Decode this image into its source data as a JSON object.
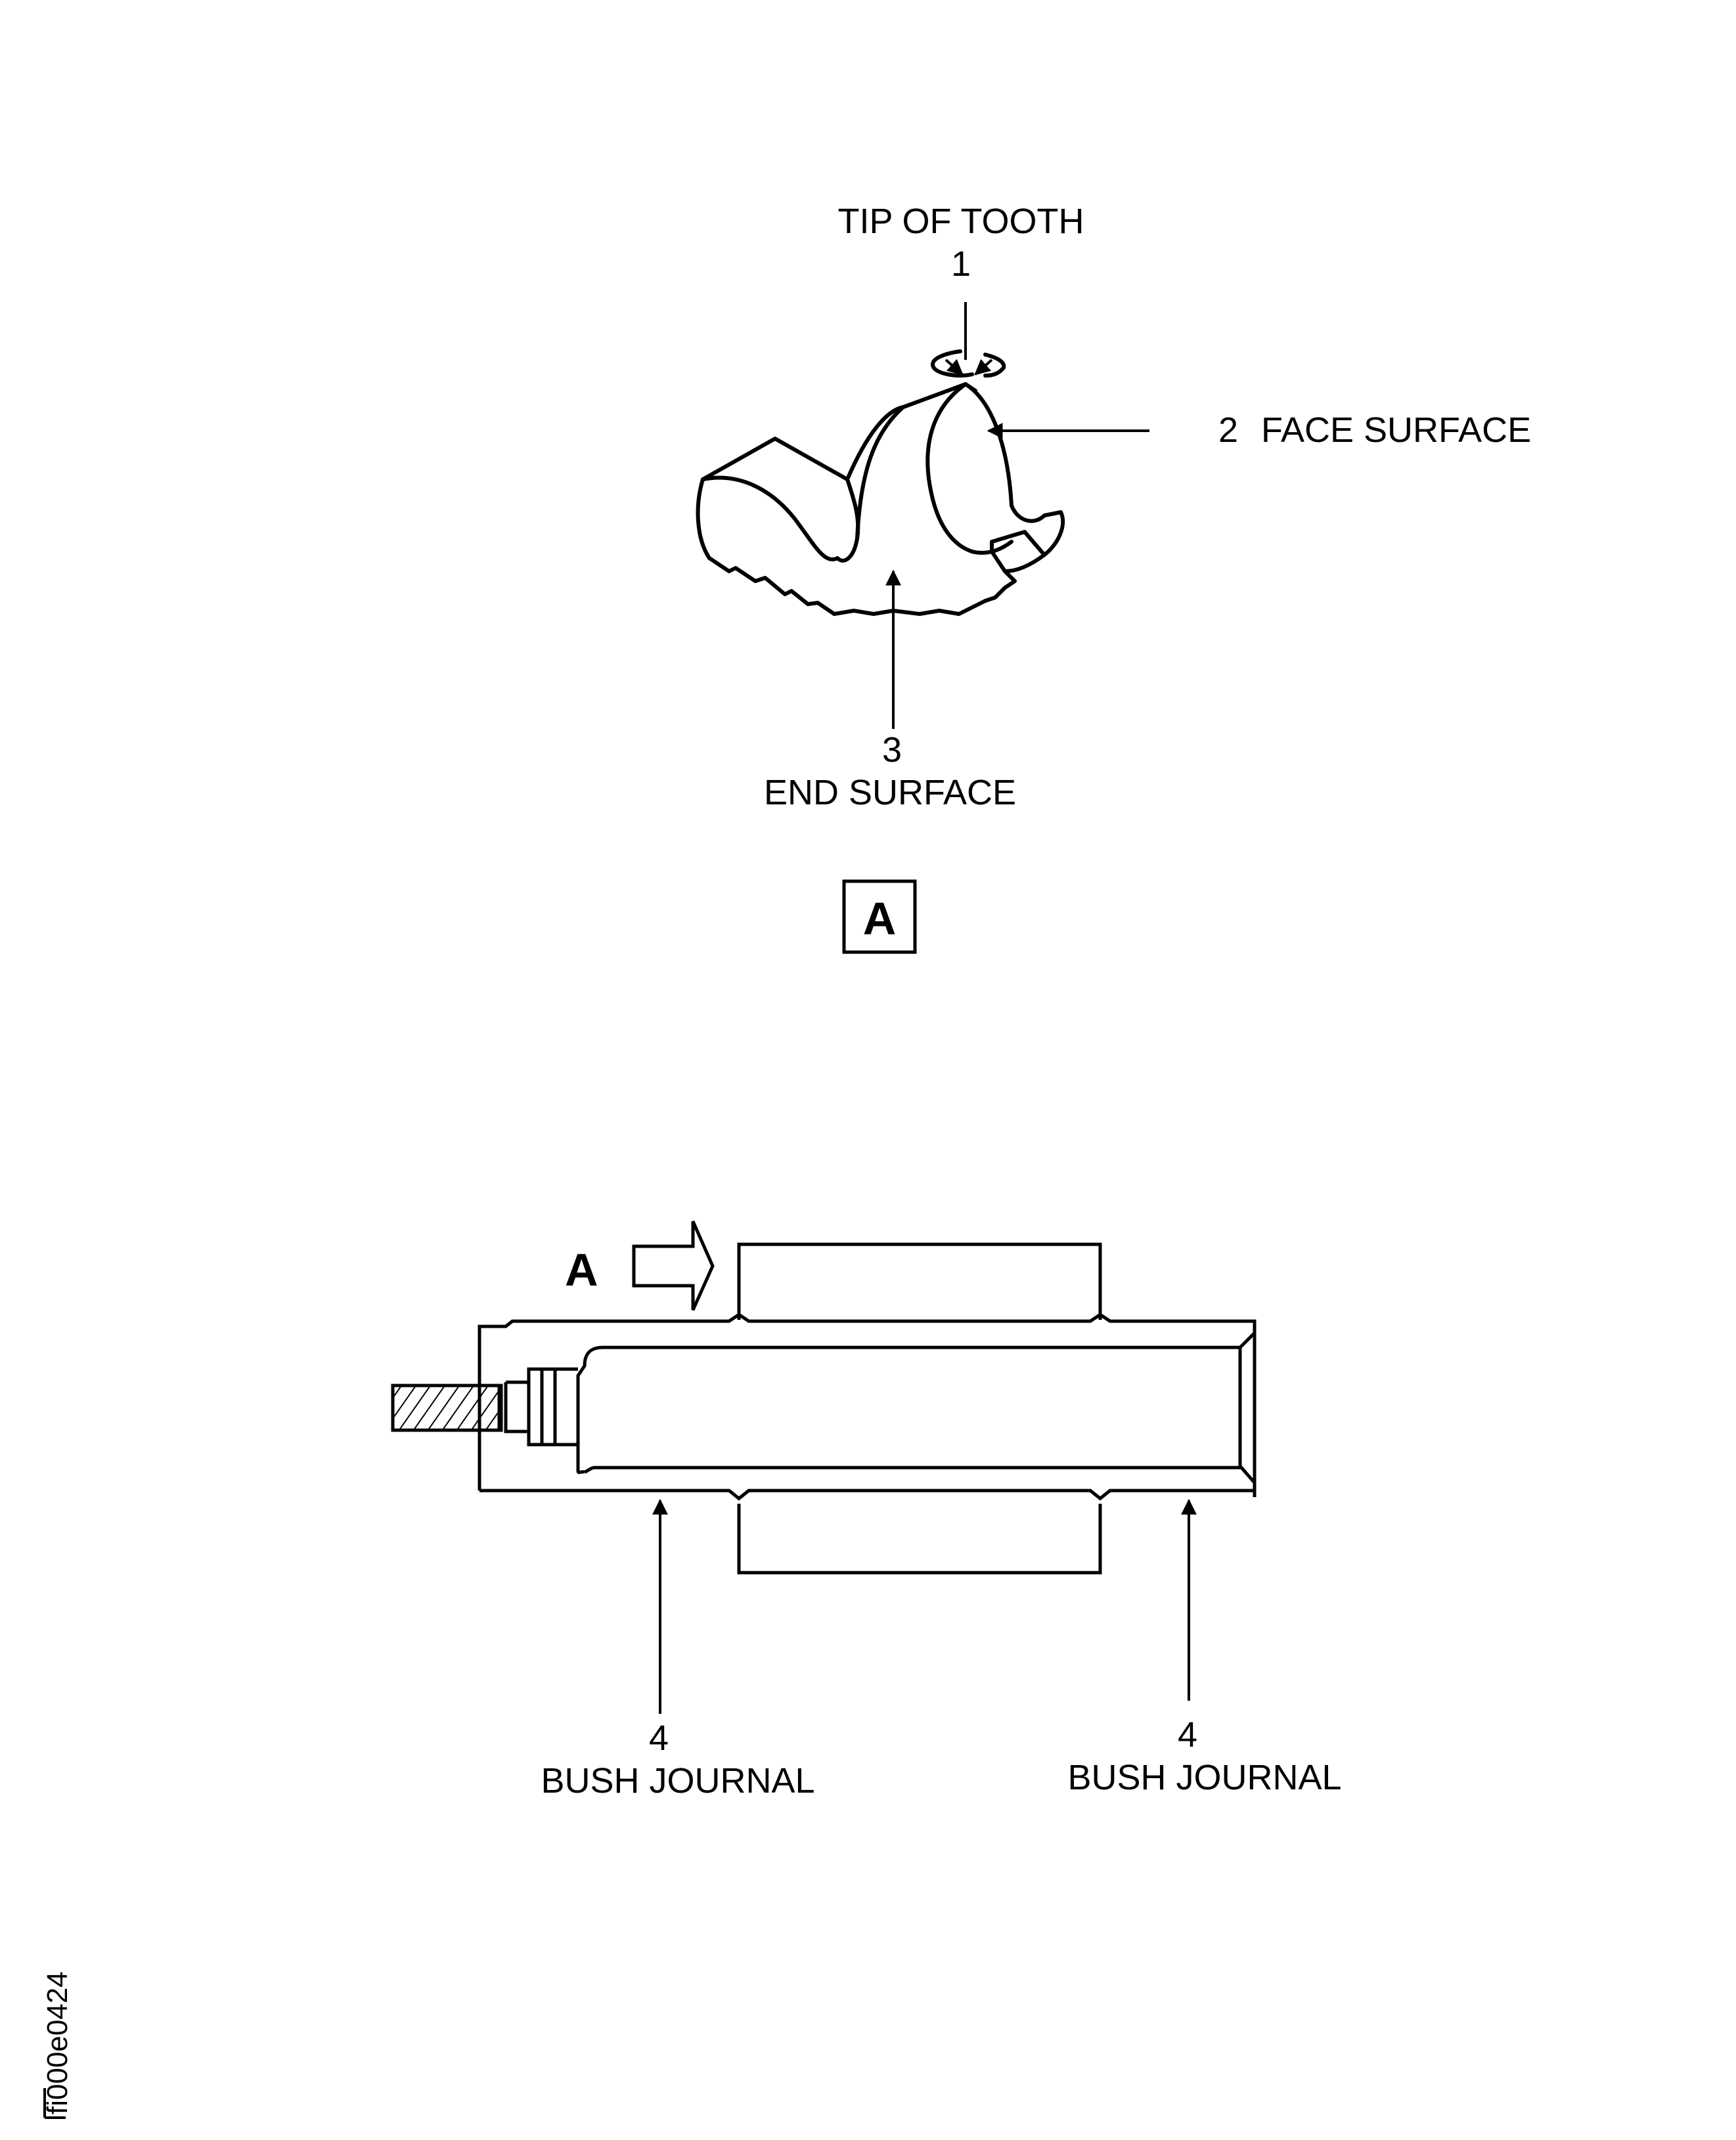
{
  "view_a": {
    "callouts": [
      {
        "number": "1",
        "label": "TIP OF TOOTH"
      },
      {
        "number": "2",
        "label": "FACE SURFACE"
      },
      {
        "number": "3",
        "label": "END SURFACE"
      }
    ],
    "view_label": "A"
  },
  "shaft": {
    "arrow_label": "A",
    "callouts": [
      {
        "number": "4",
        "label": "BUSH JOURNAL"
      },
      {
        "number": "4",
        "label": "BUSH JOURNAL"
      }
    ]
  },
  "figure_id": "fi000e0424"
}
